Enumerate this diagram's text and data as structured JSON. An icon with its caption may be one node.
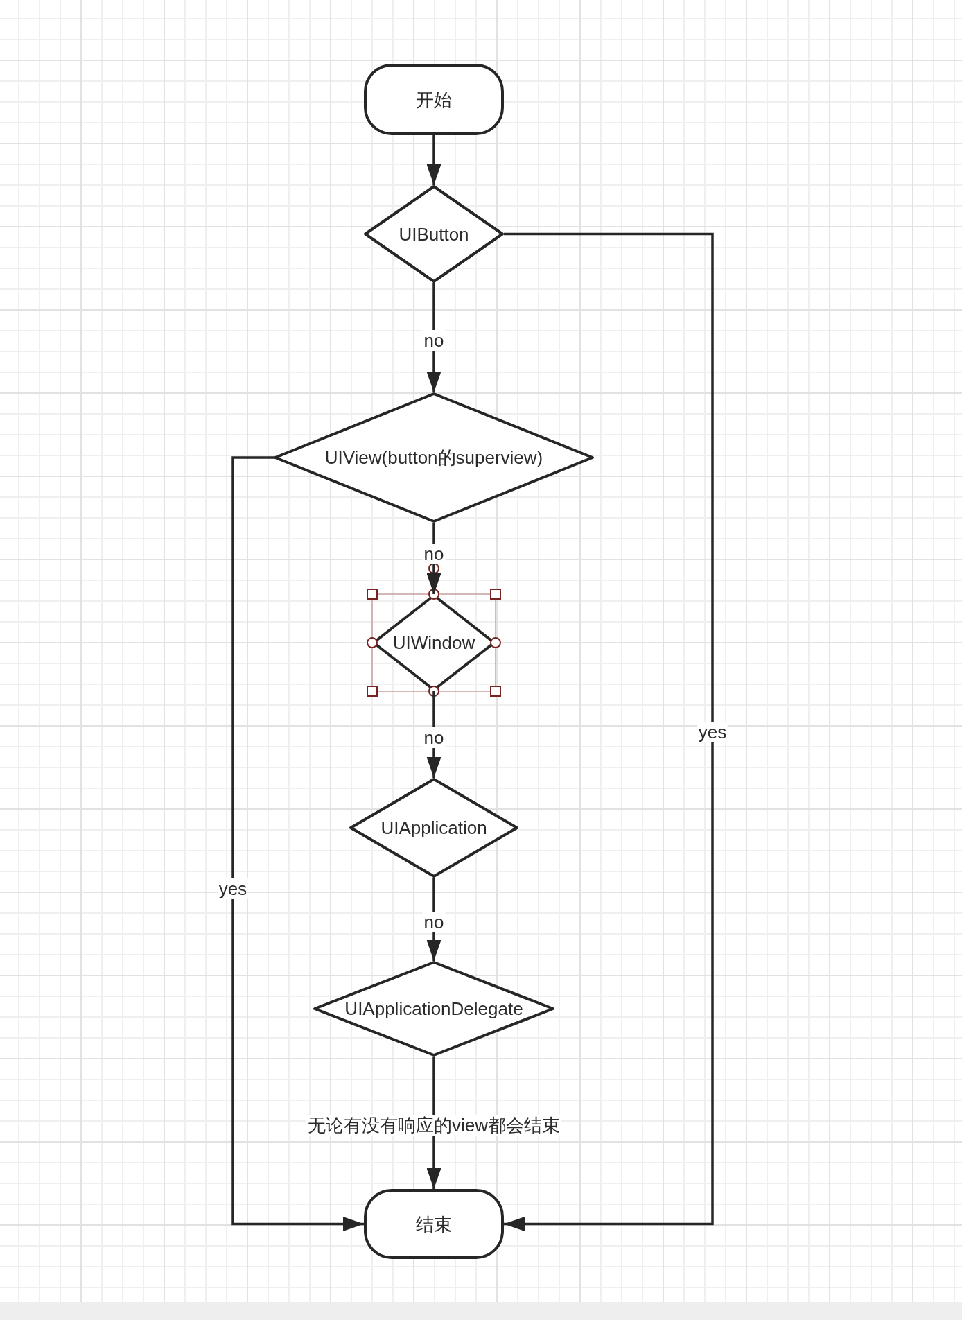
{
  "diagram": {
    "nodes": [
      {
        "text": [
          "开始"
        ]
      },
      {
        "text": [
          "UIButton"
        ]
      },
      {
        "text": [
          "UIView(button的superview)"
        ]
      },
      {
        "text": [
          "UIWindow"
        ]
      },
      {
        "text": [
          "UIApplication"
        ]
      },
      {
        "text": [
          "UIApplicationDelegate"
        ]
      },
      {
        "text": [
          "结束"
        ]
      }
    ],
    "edges": [
      {
        "from": 0,
        "to": 1,
        "arrow": "to"
      },
      {
        "from": 1,
        "to": 2,
        "arrow": "to",
        "label": "no"
      },
      {
        "from": 2,
        "to": 3,
        "arrow": "to",
        "label": "no"
      },
      {
        "from": 3,
        "to": 4,
        "arrow": "to",
        "label": "no"
      },
      {
        "from": 4,
        "to": 5,
        "arrow": "to",
        "label": "no"
      },
      {
        "from": 5,
        "to": 6,
        "arrow": "to",
        "label": "无论有没有响应的view都会结束"
      },
      {
        "from": 1,
        "to": 6,
        "arrow": "to",
        "label": "yes"
      },
      {
        "from": 2,
        "to": 6,
        "arrow": "to",
        "label": "yes"
      }
    ]
  }
}
